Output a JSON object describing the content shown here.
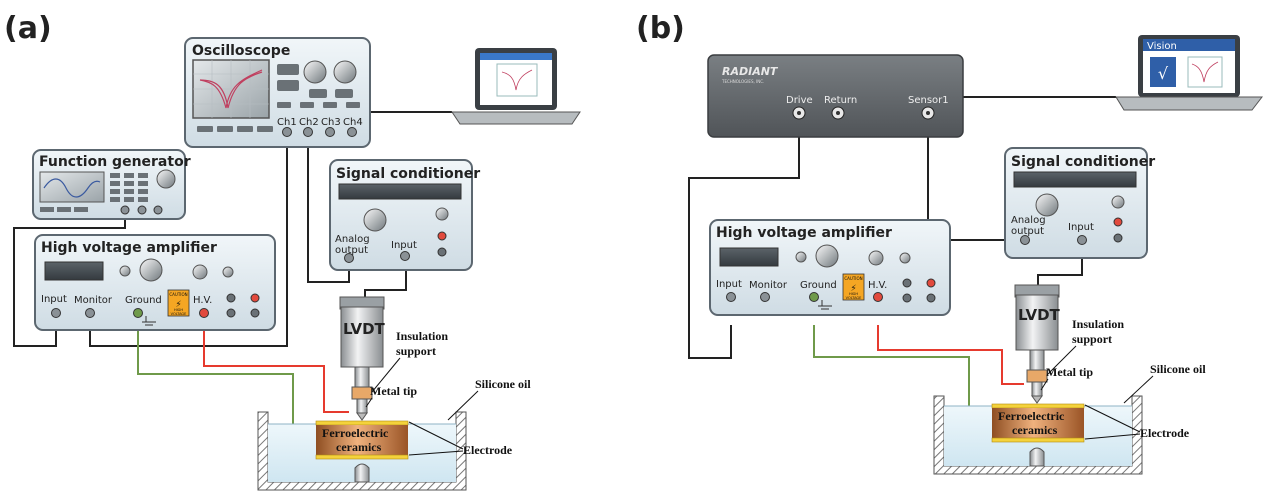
{
  "panels": {
    "a": {
      "label": "(a)",
      "oscilloscope": {
        "title": "Oscilloscope",
        "channels": [
          "Ch1",
          "Ch2",
          "Ch3",
          "Ch4"
        ]
      },
      "function_generator": {
        "title": "Function generator"
      },
      "signal_conditioner": {
        "title": "Signal conditioner",
        "analog_output": [
          "Analog",
          "output"
        ],
        "input": "Input"
      },
      "hv_amplifier": {
        "title": "High voltage amplifier",
        "input": "Input",
        "monitor": "Monitor",
        "ground": "Ground",
        "hv": "H.V."
      },
      "caution": [
        "CAUTION",
        "HIGH",
        "VOLTAGE"
      ],
      "lvdt": "LVDT",
      "insulation_support": [
        "Insulation",
        "support"
      ],
      "metal_tip": "Metal tip",
      "silicone_oil": "Silicone oil",
      "ferroelectric": [
        "Ferroelectric",
        "ceramics"
      ],
      "electrode": "Electrode"
    },
    "b": {
      "label": "(b)",
      "radiant": {
        "brand": "RADIANT",
        "brand_sub": "TECHNOLOGIES, INC.",
        "drive": "Drive",
        "return": "Return",
        "sensor": "Sensor1"
      },
      "vision": {
        "title": "Vision"
      },
      "signal_conditioner": {
        "title": "Signal conditioner",
        "analog_output": [
          "Analog",
          "output"
        ],
        "input": "Input"
      },
      "hv_amplifier": {
        "title": "High voltage amplifier",
        "input": "Input",
        "monitor": "Monitor",
        "ground": "Ground",
        "hv": "H.V."
      },
      "caution": [
        "CAUTION",
        "HIGH",
        "VOLTAGE"
      ],
      "lvdt": "LVDT",
      "insulation_support": [
        "Insulation",
        "support"
      ],
      "metal_tip": "Metal tip",
      "silicone_oil": "Silicone oil",
      "ferroelectric": [
        "Ferroelectric",
        "ceramics"
      ],
      "electrode": "Electrode"
    }
  },
  "colors": {
    "panel_bg": "#e3edf2",
    "panel_border": "#5c6770",
    "radiant_body": "#5f6366",
    "hv_wire": "#e63a2e",
    "ground_wire": "#6f9a4a",
    "signal_wire": "#222222",
    "ceramic": "#c9783e",
    "electrode": "#f4d23c"
  }
}
